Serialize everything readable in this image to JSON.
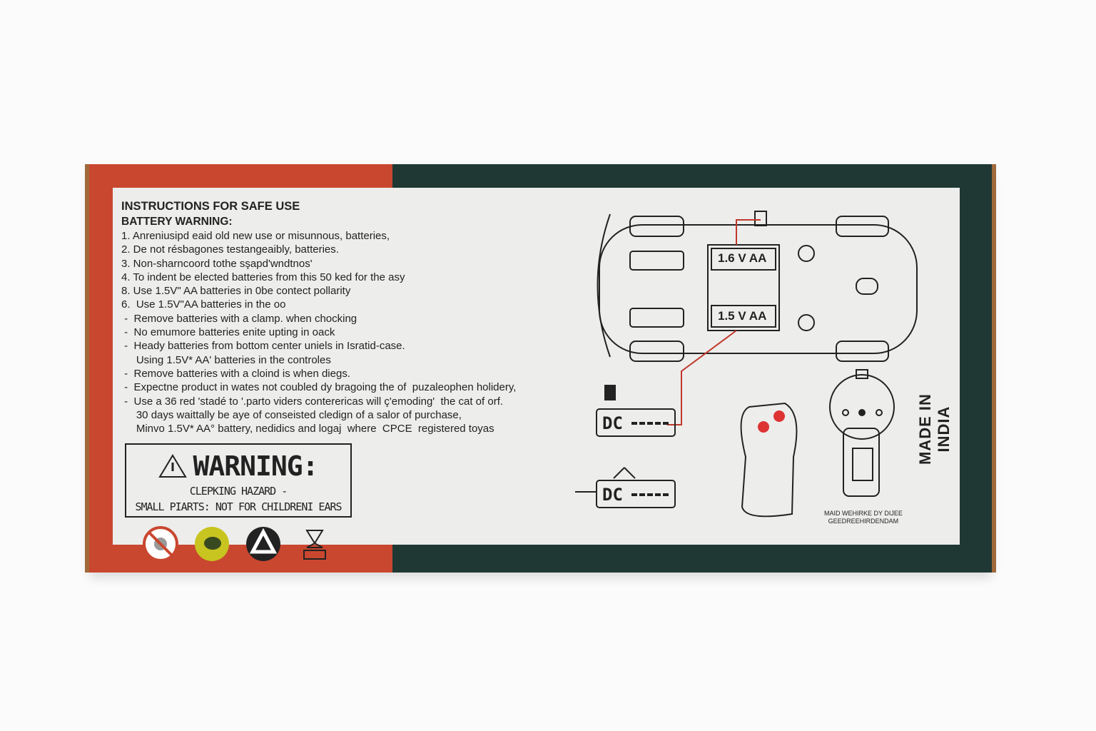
{
  "instructions": {
    "title": "INSTRUCTIONS FOR SAFE USE",
    "subtitle": "BATTERY WARNING:",
    "items": [
      "1. Anreniusipd eaid old new use or misunnous, batteries,",
      "2. De not résbagones testangeaibly, batteries.",
      "3. Non-sharncoord tothe sşapd'wndtnos'",
      "4. To indent be elected batteries from this 50 ked for the asy",
      "8. Use 1.5V\" AA batteries in 0be contect pollarity",
      "6.  Use 1.5V\"AA batteries in the oo",
      " -  Remove batteries with a clamp. when chocking",
      " -  No emumore batteries enite upting in oack",
      " -  Heady batteries from bottom center uniels in Isratid-case.",
      "     Using 1.5V* AA' batteries in the controles",
      " -  Remove batteries with a cloind is when diegs.",
      " -  Expectne product in wates not coubled dy bragoing the of  puzaleophen holidery,",
      " -  Use a 36 red 'stadé to '.parto viders conterericas will ç'emoding'  the cat of orf.",
      "     30 days waittally be aye of conseisted cledign of a salor of purchase,",
      "     Minvo 1.5V* AA° battery, nedidics and logaj  where  CPCE  registered toyas"
    ]
  },
  "warning": {
    "title": "WARNING:",
    "line1": "CLEPKING HAZARD -",
    "line2": "SMALL PIARTS: NOT FOR CHILDRENI EARS"
  },
  "icons": [
    "no-small-children-icon",
    "choking-hazard-icon",
    "recycle-icon",
    "disposal-icon"
  ],
  "diagram": {
    "battery1": "1.6 V AA",
    "battery2": "1.5 V AA",
    "dc1": "DC",
    "dc2": "DC"
  },
  "made_in": "MADE IN INDIA",
  "maker_note": {
    "line1": "MAID WEHIRKE DY DIJEE",
    "line2": "GEEDREEHIRDENDAM"
  },
  "colors": {
    "red": "#c9472f",
    "green": "#1f3833",
    "panel": "#ededec"
  }
}
